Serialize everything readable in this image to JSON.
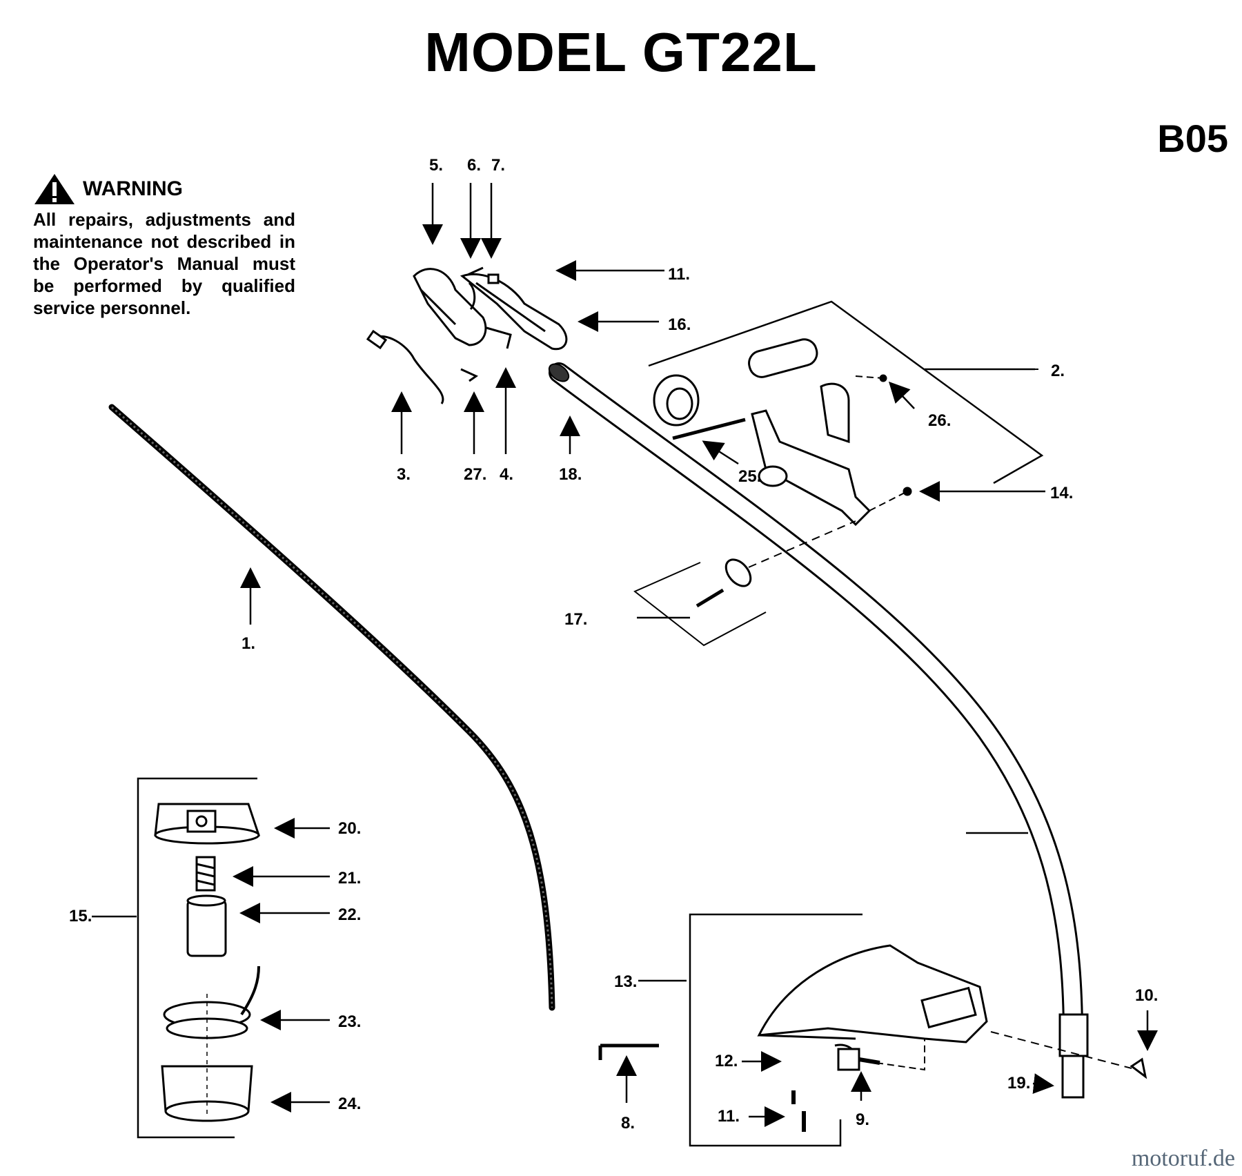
{
  "header": {
    "title": "MODEL GT22L",
    "sheet_code": "B05"
  },
  "warning": {
    "heading": "WARNING",
    "text": "All repairs, adjustments and maintenance not described in the Operator's Manual must be performed by qualified service personnel."
  },
  "callouts": {
    "c1": "1.",
    "c2": "2.",
    "c3": "3.",
    "c4": "4.",
    "c5": "5.",
    "c6": "6.",
    "c7": "7.",
    "c8": "8.",
    "c9": "9.",
    "c10": "10.",
    "c11a": "11.",
    "c11b": "11.",
    "c12": "12.",
    "c13": "13.",
    "c14": "14.",
    "c15": "15.",
    "c16": "16.",
    "c17": "17.",
    "c18": "18.",
    "c19": "19.",
    "c20": "20.",
    "c21": "21.",
    "c22": "22.",
    "c23": "23.",
    "c24": "24.",
    "c25": "25.",
    "c26": "26.",
    "c27": "27."
  },
  "footer": {
    "watermark": "motoruf.de"
  },
  "icons": {
    "warning": "warning-triangle-icon"
  },
  "colors": {
    "ink": "#000000",
    "paper": "#ffffff",
    "watermark": "#556677"
  }
}
